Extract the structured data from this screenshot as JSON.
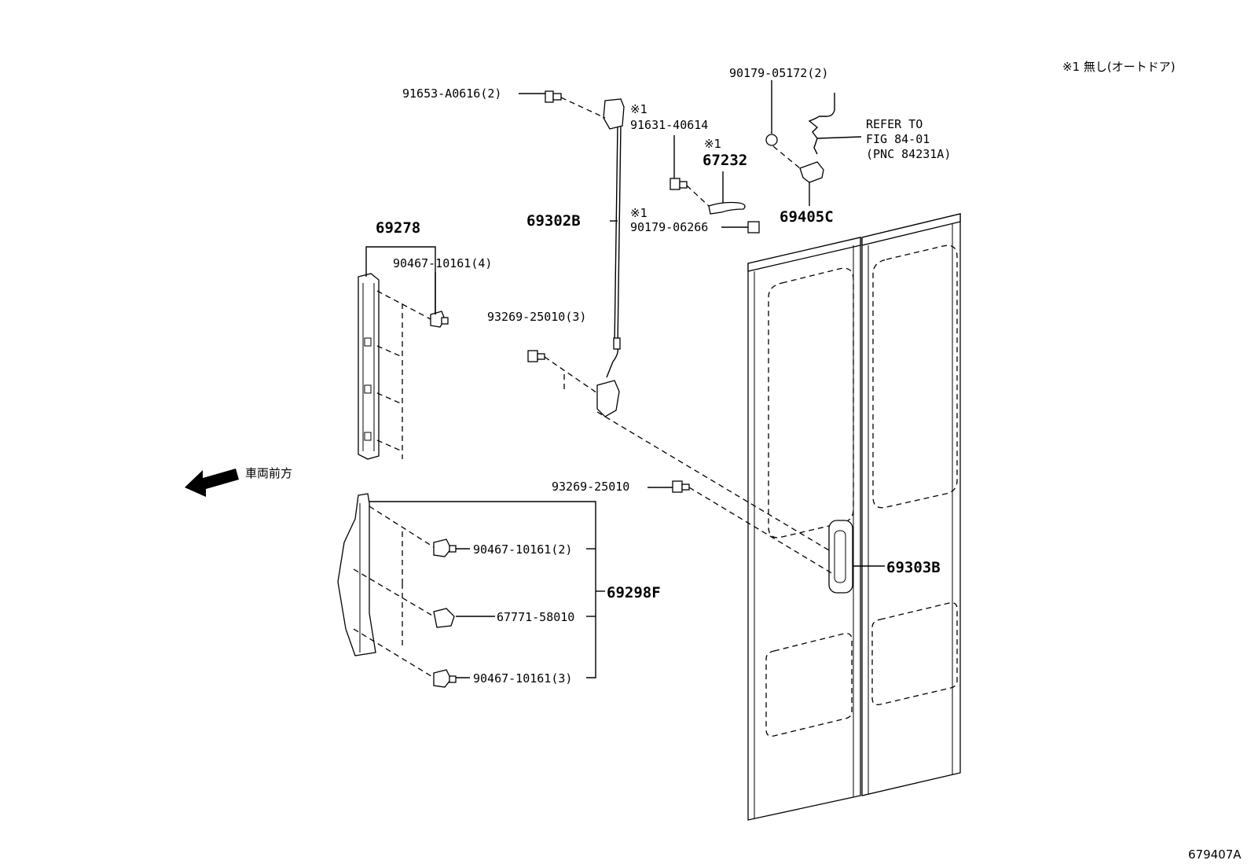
{
  "header_note": "※1 無し(オートドア)",
  "figure_id": "679407A",
  "front_direction": "車両前方",
  "note_mark": "※1",
  "callouts": {
    "p91653": "91653-A0616(2)",
    "p91631": "91631-40614",
    "p67232": "67232",
    "p90179_06266": "90179-06266",
    "p90179_05172": "90179-05172(2)",
    "refer1": "REFER TO",
    "refer2": "FIG 84-01",
    "refer3": "(PNC 84231A)",
    "p69405C": "69405C",
    "p69302B": "69302B",
    "p69278": "69278",
    "p90467_4": "90467-10161(4)",
    "p93269_3": "93269-25010(3)",
    "p93269": "93269-25010",
    "p69303B": "69303B",
    "p90467_2": "90467-10161(2)",
    "p69298F": "69298F",
    "p67771": "67771-58010",
    "p90467_3": "90467-10161(3)"
  }
}
